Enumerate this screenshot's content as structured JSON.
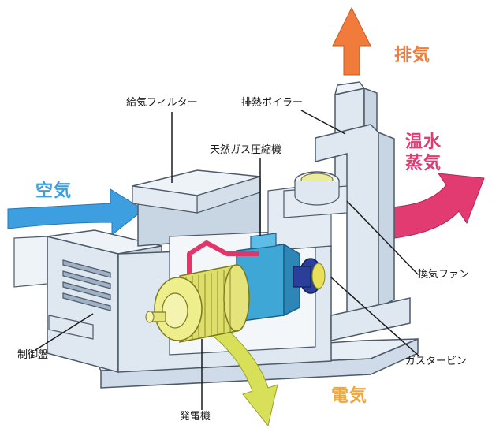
{
  "labels": {
    "exhaust": "排気",
    "hot_water_steam_line1": "温水",
    "hot_water_steam_line2": "蒸気",
    "air": "空気",
    "electricity": "電気",
    "intake_filter": "給気フィルター",
    "exhaust_heat_boiler": "排熱ボイラー",
    "gas_compressor": "天然ガス圧縮機",
    "ventilation_fan": "換気ファン",
    "gas_turbine": "ガスタービン",
    "control_panel": "制御盤",
    "generator": "発電機"
  },
  "colors": {
    "exhaust": "#f07b3a",
    "hot_water_steam": "#e23b72",
    "air": "#3d9ee0",
    "electricity": "#f0a63c",
    "housing": "#dfe8f1",
    "compressor": "#3fa7d6",
    "generator": "#dede6a",
    "turbine": "#2a3f9a",
    "pipe": "#e2356a",
    "electric_arrow": "#d8e05a"
  }
}
